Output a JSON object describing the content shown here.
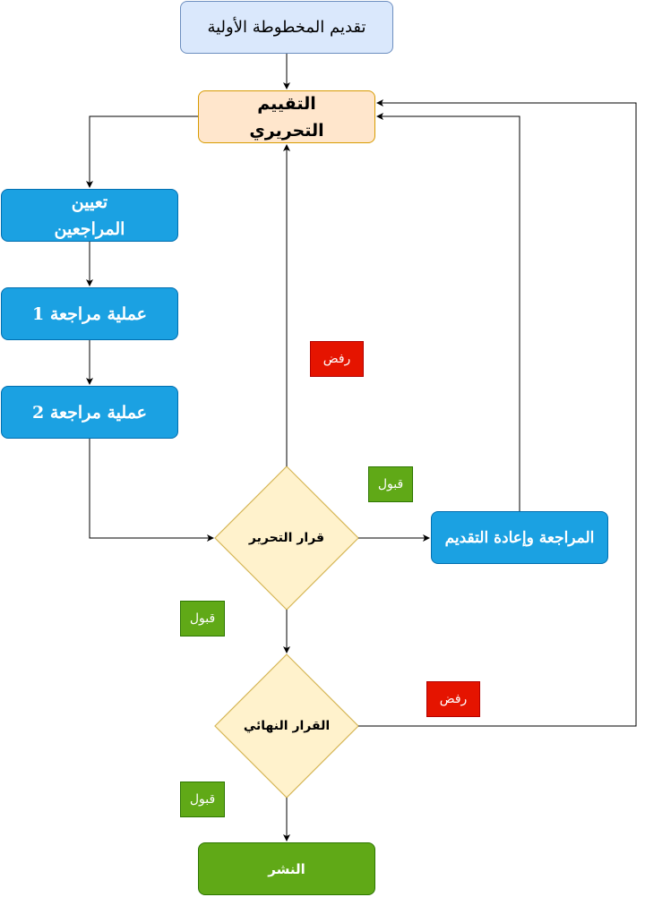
{
  "nodes": {
    "submit": "تقديم المخطوطة الأولية",
    "editorial_review_line1": "التقييم",
    "editorial_review_line2": "التحريري",
    "assign_reviewers_line1": "تعيين",
    "assign_reviewers_line2": "المراجعين",
    "review_round_1": "عملية مراجعة 1",
    "review_round_2": "عملية مراجعة 2",
    "editor_decision": "قرار التحرير",
    "revise_resubmit": "المراجعة وإعادة التقديم",
    "final_decision": "القرار النهائي",
    "publish": "النشر"
  },
  "labels": {
    "reject_1": "رفض",
    "accept_1": "قبول",
    "accept_2": "قبول",
    "reject_2": "رفض",
    "accept_3": "قبول"
  },
  "colors": {
    "submit_fill": "#dae8fc",
    "editorial_fill": "#ffe6cc",
    "process_fill": "#1ba1e2",
    "decision_fill": "#fff2cc",
    "accept_fill": "#60a917",
    "reject_fill": "#e51400"
  }
}
